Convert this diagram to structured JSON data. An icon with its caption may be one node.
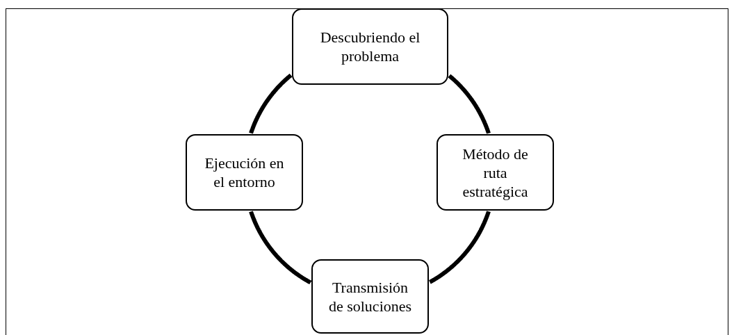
{
  "diagram": {
    "nodes": [
      {
        "text": [
          "Descubriendo el problema"
        ]
      },
      {
        "text": [
          "Método de ruta estratégica"
        ]
      },
      {
        "text": [
          "Ejecución en el entorno"
        ]
      },
      {
        "text": [
          "Transmisión de soluciones"
        ]
      }
    ],
    "edges": [
      {
        "from": 0,
        "to": 1,
        "arrow": "none"
      },
      {
        "from": 1,
        "to": 3,
        "arrow": "none"
      },
      {
        "from": 3,
        "to": 2,
        "arrow": "none"
      },
      {
        "from": 2,
        "to": 0,
        "arrow": "none"
      }
    ]
  }
}
